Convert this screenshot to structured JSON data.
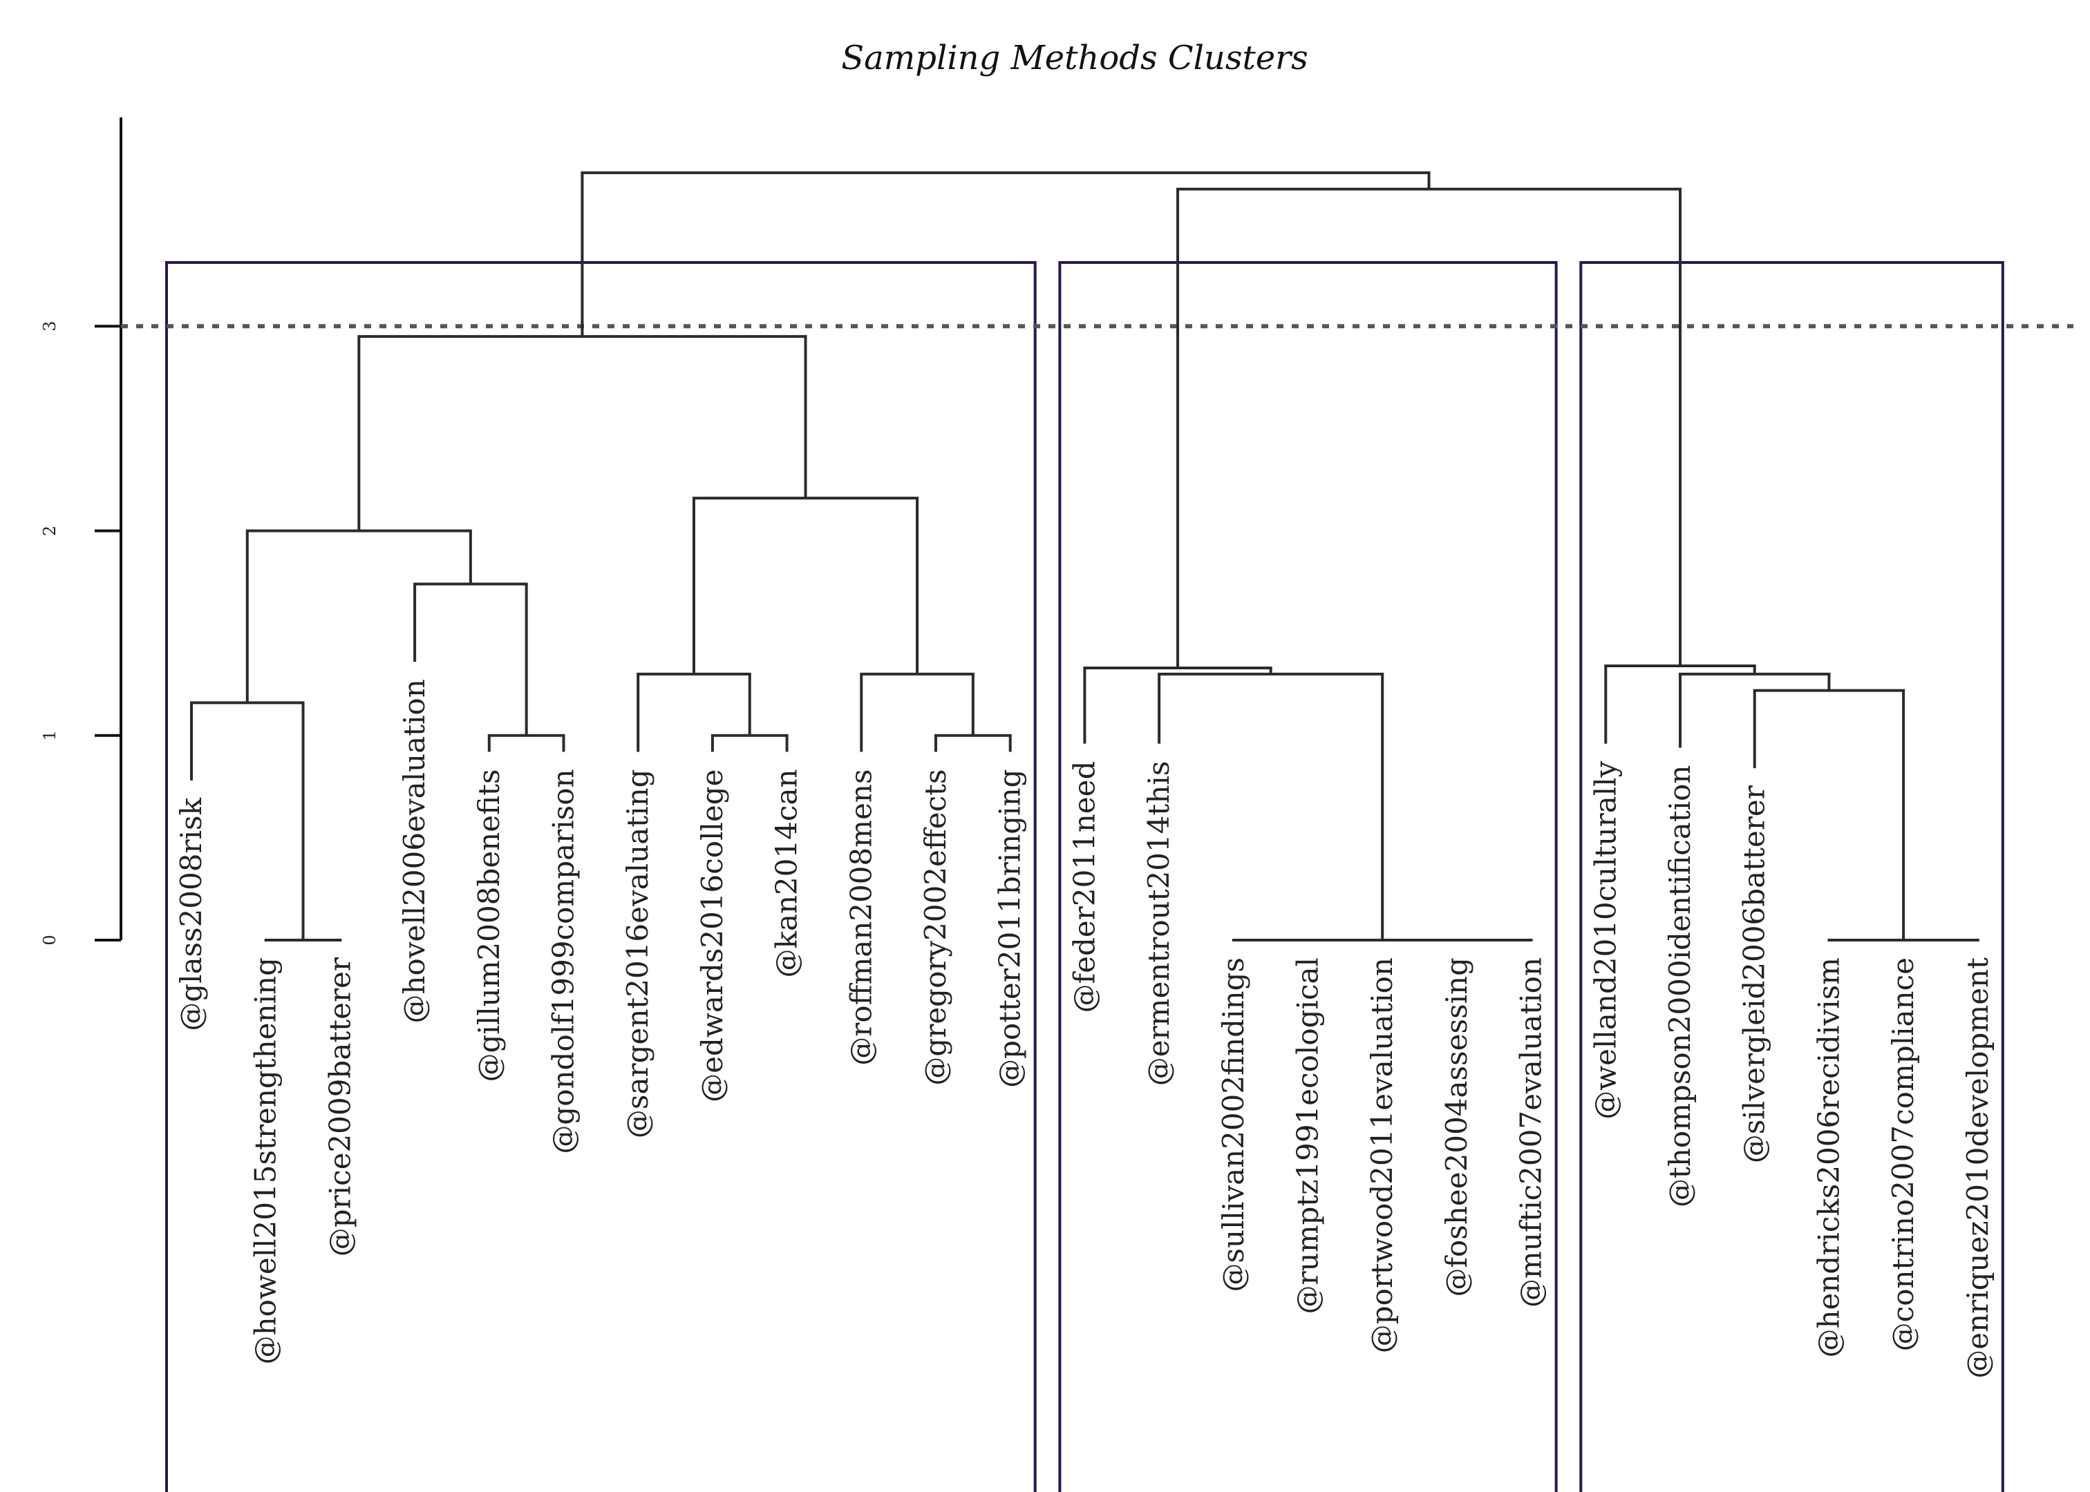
{
  "chart_data": {
    "type": "dendrogram",
    "title": "Sampling Methods Clusters",
    "xlabel": "",
    "ylabel": "",
    "ylim": [
      0,
      4
    ],
    "yticks": [
      0,
      1,
      2,
      3
    ],
    "cut_height": 3,
    "leaves": [
      {
        "label": "@glass2008risk",
        "height": 0.78
      },
      {
        "label": "@howell2015strengthening",
        "height": 0
      },
      {
        "label": "@price2009batterer",
        "height": 0
      },
      {
        "label": "@hovell2006evaluation",
        "height": 1.36
      },
      {
        "label": "@gillum2008benefits",
        "height": 0.92
      },
      {
        "label": "@gondolf1999comparison",
        "height": 0.92
      },
      {
        "label": "@sargent2016evaluating",
        "height": 0.92
      },
      {
        "label": "@edwards2016college",
        "height": 0.92
      },
      {
        "label": "@kan2014can",
        "height": 0.92
      },
      {
        "label": "@roffman2008mens",
        "height": 0.92
      },
      {
        "label": "@gregory2002effects",
        "height": 0.92
      },
      {
        "label": "@potter2011bringing",
        "height": 0.92
      },
      {
        "label": "@feder2011need",
        "height": 0.96
      },
      {
        "label": "@ermentrout2014this",
        "height": 0.96
      },
      {
        "label": "@sullivan2002findings",
        "height": 0
      },
      {
        "label": "@rumptz1991ecological",
        "height": 0
      },
      {
        "label": "@portwood2011evaluation",
        "height": 0
      },
      {
        "label": "@foshee2004assessing",
        "height": 0
      },
      {
        "label": "@muftic2007evaluation",
        "height": 0
      },
      {
        "label": "@welland2010culturally",
        "height": 0.96
      },
      {
        "label": "@thompson2000identification",
        "height": 0.94
      },
      {
        "label": "@silvergleid2006batterer",
        "height": 0.84
      },
      {
        "label": "@hendricks2006recidivism",
        "height": 0
      },
      {
        "label": "@contrino2007compliance",
        "height": 0
      },
      {
        "label": "@enriquez2010development",
        "height": 0
      }
    ],
    "merges": [
      {
        "id": "m1",
        "height": 0,
        "children": [
          "L1",
          "L2"
        ]
      },
      {
        "id": "m2",
        "height": 1.16,
        "children": [
          "L0",
          "m1"
        ]
      },
      {
        "id": "m3",
        "height": 1.0,
        "children": [
          "L4",
          "L5"
        ]
      },
      {
        "id": "m4",
        "height": 1.74,
        "children": [
          "L3",
          "m3"
        ]
      },
      {
        "id": "m5",
        "height": 2.0,
        "children": [
          "m2",
          "m4"
        ]
      },
      {
        "id": "m6",
        "height": 1.0,
        "children": [
          "L7",
          "L8"
        ]
      },
      {
        "id": "m7",
        "height": 1.3,
        "children": [
          "L6",
          "m6"
        ]
      },
      {
        "id": "m8",
        "height": 1.0,
        "children": [
          "L10",
          "L11"
        ]
      },
      {
        "id": "m9",
        "height": 1.3,
        "children": [
          "L9",
          "m8"
        ]
      },
      {
        "id": "m10",
        "height": 2.16,
        "children": [
          "m7",
          "m9"
        ]
      },
      {
        "id": "m11",
        "height": 2.95,
        "children": [
          "m5",
          "m10"
        ]
      },
      {
        "id": "m12",
        "height": 0,
        "children": [
          "L14",
          "L15",
          "L16",
          "L17",
          "L18"
        ]
      },
      {
        "id": "m13",
        "height": 1.3,
        "children": [
          "L13",
          "m12"
        ]
      },
      {
        "id": "m14",
        "height": 1.33,
        "children": [
          "L12",
          "m13"
        ]
      },
      {
        "id": "m15",
        "height": 0,
        "children": [
          "L22",
          "L23",
          "L24"
        ]
      },
      {
        "id": "m16",
        "height": 1.22,
        "children": [
          "L21",
          "m15"
        ]
      },
      {
        "id": "m17",
        "height": 1.3,
        "children": [
          "L20",
          "m16"
        ]
      },
      {
        "id": "m18",
        "height": 1.34,
        "children": [
          "L19",
          "m17"
        ]
      },
      {
        "id": "m19",
        "height": 3.67,
        "children": [
          "m14",
          "m18"
        ]
      },
      {
        "id": "m20",
        "height": 3.75,
        "children": [
          "m11",
          "m19"
        ]
      }
    ],
    "clusters": [
      {
        "leaf_range": [
          0,
          11
        ]
      },
      {
        "leaf_range": [
          12,
          18
        ]
      },
      {
        "leaf_range": [
          19,
          24
        ]
      }
    ],
    "colors": {
      "tree": "#2b2b2b",
      "cluster_box": "#2a1650",
      "cut_line": "#555555"
    }
  }
}
